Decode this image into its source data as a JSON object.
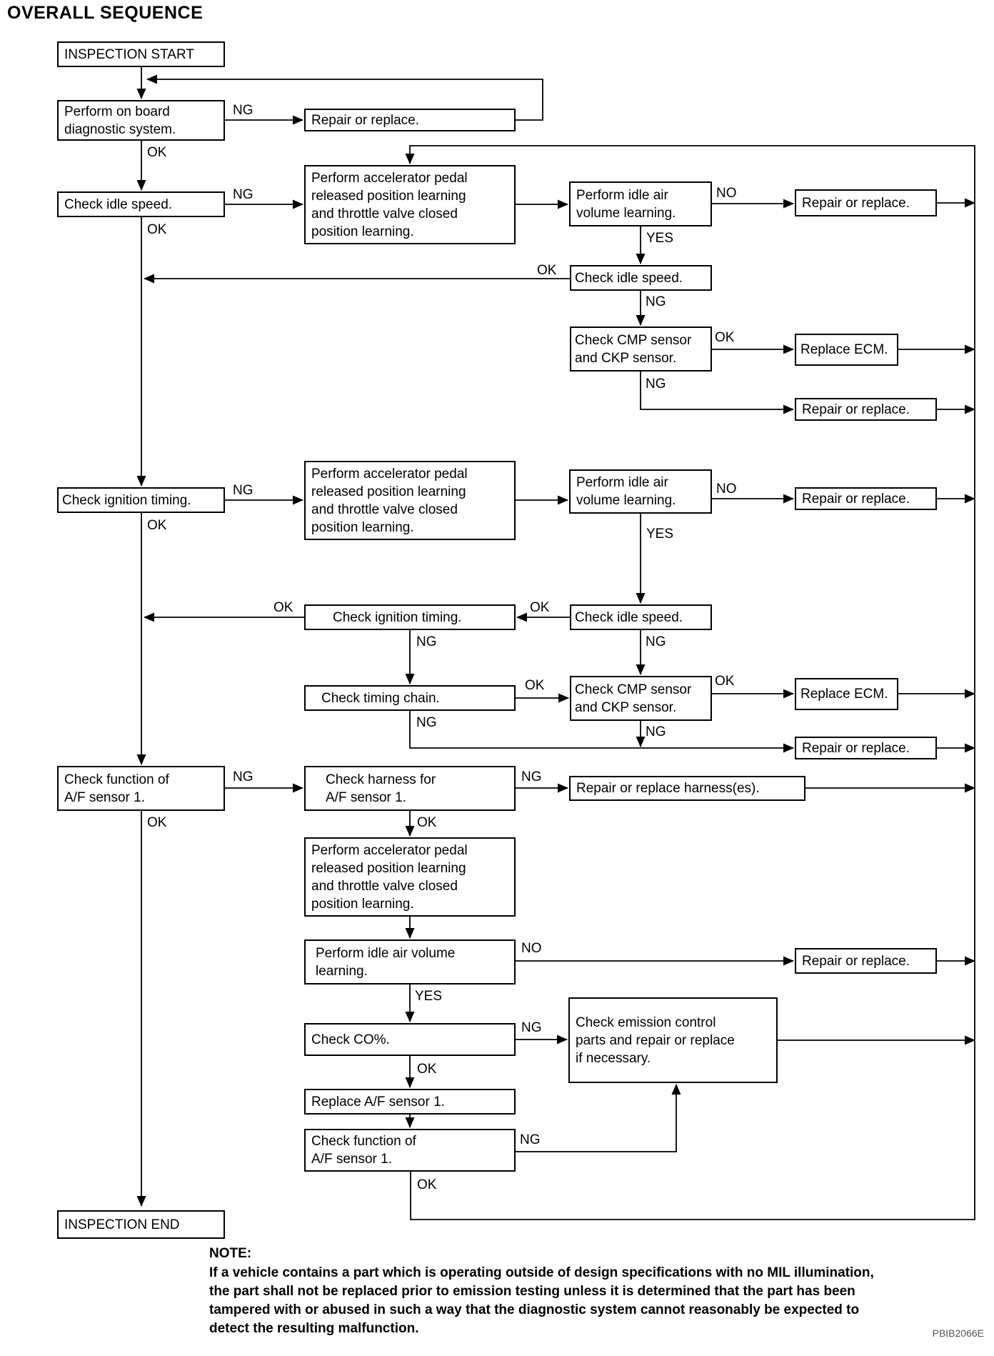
{
  "title": "OVERALL SEQUENCE",
  "labels": {
    "ng": "NG",
    "ok": "OK",
    "yes": "YES",
    "no": "NO"
  },
  "nodes": {
    "start": {
      "label": "INSPECTION START"
    },
    "obd": {
      "label": "Perform on board\ndiagnostic system."
    },
    "repair_top der": {
      "label": ""
    },
    "repair_top": {
      "label": "Repair or replace."
    },
    "idle_left": {
      "label": "Check idle speed."
    },
    "learn1": {
      "label": "Perform accelerator pedal\nreleased position learning\nand throttle valve closed\nposition learning."
    },
    "iavl1": {
      "label": "Perform idle air\nvolume learning."
    },
    "repair1": {
      "label": "Repair or replace."
    },
    "idlechk1": {
      "label": "Check idle speed."
    },
    "cmp1": {
      "label": "Check CMP sensor\nand CKP sensor."
    },
    "ecm1": {
      "label": "Replace ECM."
    },
    "repair2": {
      "label": "Repair or replace."
    },
    "ign_left": {
      "label": "Check ignition timing."
    },
    "learn2": {
      "label": "Perform accelerator pedal\nreleased position learning\nand throttle valve closed\nposition learning."
    },
    "iavl2": {
      "label": "Perform idle air\nvolume learning."
    },
    "repair3": {
      "label": "Repair or replace."
    },
    "idlechk2": {
      "label": "Check idle speed."
    },
    "ign2": {
      "label": "Check ignition timing."
    },
    "chain": {
      "label": "Check timing chain."
    },
    "cmp2": {
      "label": "Check CMP sensor\nand CKP sensor."
    },
    "ecm2": {
      "label": "Replace ECM."
    },
    "repair4": {
      "label": "Repair or replace."
    },
    "af_left": {
      "label": "Check function of\nA/F sensor 1."
    },
    "harness": {
      "label": "Check harness for\nA/F sensor 1."
    },
    "repair_harness": {
      "label": "Repair or replace harness(es)."
    },
    "learn3": {
      "label": "Perform accelerator pedal\nreleased position learning\nand throttle valve closed\nposition learning."
    },
    "iavl3": {
      "label": "Perform idle air volume\nlearning."
    },
    "repair5": {
      "label": "Repair or replace."
    },
    "co": {
      "label": "Check CO%."
    },
    "emission": {
      "label": "Check emission control\nparts and repair or replace\nif necessary."
    },
    "replace_af": {
      "label": "Replace A/F sensor 1."
    },
    "af2": {
      "label": "Check function of\nA/F sensor 1."
    },
    "end": {
      "label": "INSPECTION END"
    }
  },
  "footer": {
    "note_heading": "NOTE:",
    "note_text": "If a vehicle contains a part which is operating outside of design specifications with no MIL illumination,\nthe part shall not be replaced prior to emission testing unless it is determined that the part has been\ntampered with or abused in such a way that the diagnostic system cannot reasonably be expected to\ndetect the resulting malfunction.",
    "figure_code": "PBIB2066E"
  }
}
